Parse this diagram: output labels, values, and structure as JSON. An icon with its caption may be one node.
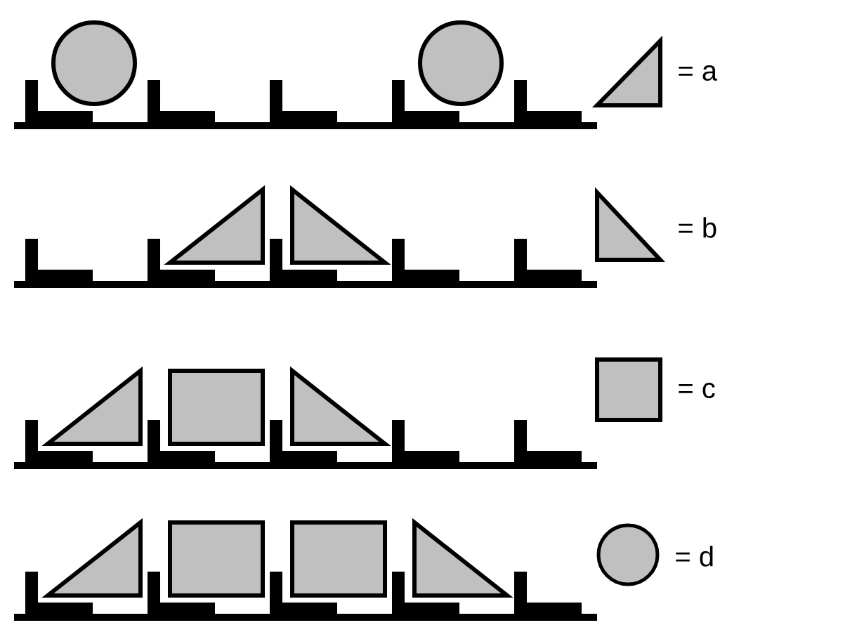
{
  "diagram": {
    "legend": [
      {
        "text": "= a"
      },
      {
        "text": "= b"
      },
      {
        "text": "= c"
      },
      {
        "text": "= d"
      }
    ]
  }
}
